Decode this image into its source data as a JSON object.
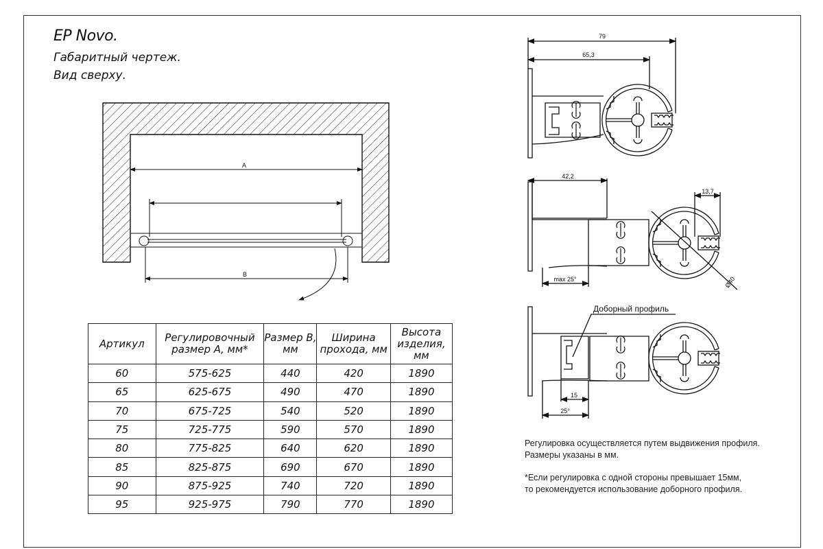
{
  "title": {
    "product": "EP Novo.",
    "subtitle": "Габаритный чертеж.",
    "view": "Вид сверху."
  },
  "plan": {
    "dim_a": "A",
    "dim_b": "B"
  },
  "profiles": {
    "top": {
      "dim_total": "79",
      "dim_inner": "65,3"
    },
    "middle": {
      "dim_width": "42,2",
      "dim_slot": "13,7",
      "dim_max": "max 25°",
      "diameter": "Ø40"
    },
    "bottom": {
      "callout": "Доборный профиль",
      "dim_15": "15",
      "dim_25": "25°"
    }
  },
  "table": {
    "headers": [
      "Артикул",
      "Регулировочный размер А, мм*",
      "Размер В, мм",
      "Ширина прохода, мм",
      "Высота изделия, мм"
    ],
    "rows": [
      [
        "60",
        "575-625",
        "440",
        "420",
        "1890"
      ],
      [
        "65",
        "625-675",
        "490",
        "470",
        "1890"
      ],
      [
        "70",
        "675-725",
        "540",
        "520",
        "1890"
      ],
      [
        "75",
        "725-775",
        "590",
        "570",
        "1890"
      ],
      [
        "80",
        "775-825",
        "640",
        "620",
        "1890"
      ],
      [
        "85",
        "825-875",
        "690",
        "670",
        "1890"
      ],
      [
        "90",
        "875-925",
        "740",
        "720",
        "1890"
      ],
      [
        "95",
        "925-975",
        "790",
        "770",
        "1890"
      ]
    ]
  },
  "notes": {
    "line1": "Регулировка осуществляется путем выдвижения профиля.",
    "line2": "Размеры указаны в мм.",
    "line3": "*Если регулировка с одной стороны превышает 15мм,",
    "line4": "то рекомендуется использование доборного профиля."
  }
}
